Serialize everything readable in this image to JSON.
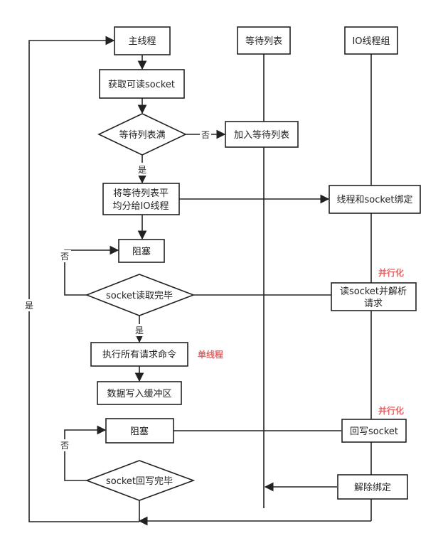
{
  "colors": {
    "line": "#222222",
    "box_fill": "#ffffff",
    "accent": "#e06666"
  },
  "nodes": {
    "main_thread": "主线程",
    "get_readable_socket": "获取可读socket",
    "wait_list_full": "等待列表满",
    "add_to_wait_list": "加入等待列表",
    "distribute_line1": "将等待列表平",
    "distribute_line2": "均分给IO线程",
    "block_1": "阻塞",
    "socket_read_done": "socket读取完毕",
    "exec_commands": "执行所有请求命令",
    "write_buffer": "数据写入缓冲区",
    "block_2": "阻塞",
    "socket_write_done": "socket回写完毕",
    "wait_list_header": "等待列表",
    "io_group_header": "IO线程组",
    "bind_thread_socket": "线程和socket绑定",
    "read_parse_line1": "读socket并解析",
    "read_parse_line2": "请求",
    "write_back_socket": "回写socket",
    "unbind": "解除绑定"
  },
  "edge_labels": {
    "no_1": "否",
    "yes_1": "是",
    "no_2": "否",
    "yes_2": "是",
    "no_3": "否",
    "yes_loop": "是"
  },
  "annotations": {
    "parallel_1": "并行化",
    "single_thread": "单线程",
    "parallel_2": "并行化"
  }
}
